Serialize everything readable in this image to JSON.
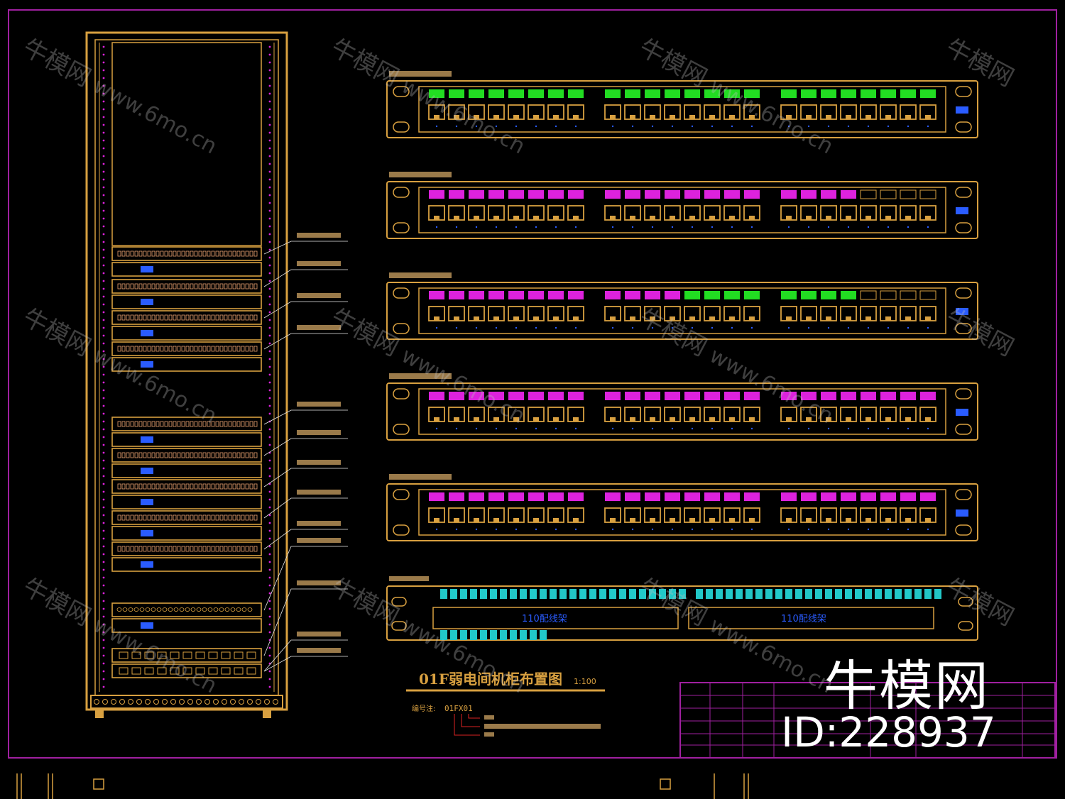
{
  "drawing": {
    "title": "01F弱电间机柜布置图",
    "scale": "1:100",
    "code_label": "编号注:",
    "code": "01FX01"
  },
  "watermark": {
    "brand_cn": "牛模网",
    "url": "www.6mo.cn",
    "id": "ID:228937"
  },
  "patch_panel": {
    "port_count": 24
  },
  "fiber_panel": {
    "label_left": "110配线架",
    "label_right": "110配线架"
  },
  "colors": {
    "frame": "#a020a0",
    "cad_line": "#d8a040",
    "data_port": "#22dd22",
    "voice_port": "#dd22dd",
    "fiber_port": "#22c8c8",
    "blue_mark": "#2a5cff"
  }
}
